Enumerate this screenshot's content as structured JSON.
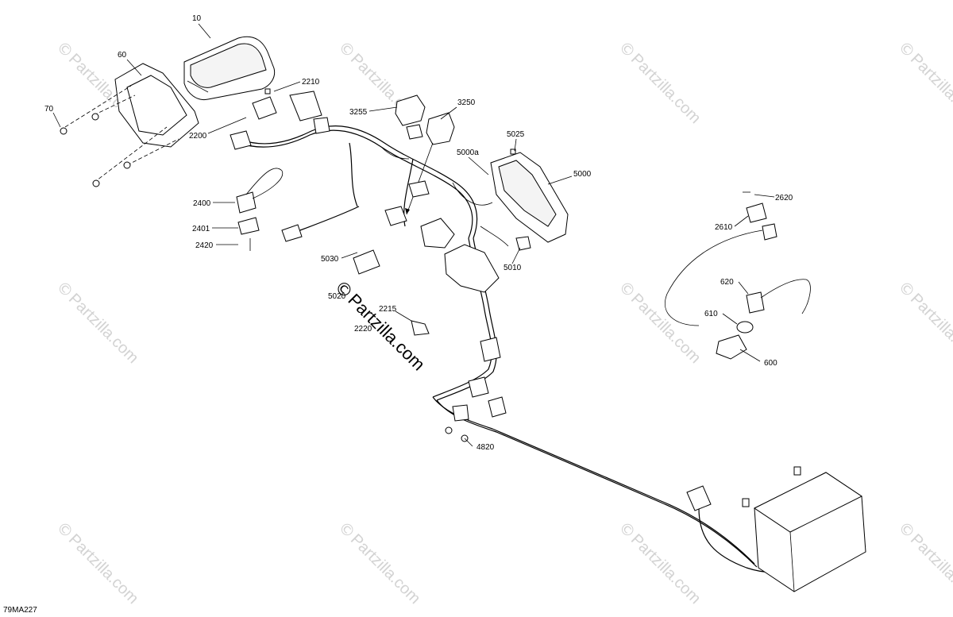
{
  "diagram_code": "79MA227",
  "watermark": {
    "copyright_symbol": "©",
    "text": "Partzilla.com"
  },
  "callouts": [
    {
      "id": "c10",
      "label": "10"
    },
    {
      "id": "c60",
      "label": "60"
    },
    {
      "id": "c70",
      "label": "70"
    },
    {
      "id": "c2200",
      "label": "2200"
    },
    {
      "id": "c2210",
      "label": "2210"
    },
    {
      "id": "c3255",
      "label": "3255"
    },
    {
      "id": "c3250",
      "label": "3250"
    },
    {
      "id": "c5025",
      "label": "5025"
    },
    {
      "id": "c5000a",
      "label": "5000a"
    },
    {
      "id": "c5000",
      "label": "5000"
    },
    {
      "id": "c2400",
      "label": "2400"
    },
    {
      "id": "c2401",
      "label": "2401"
    },
    {
      "id": "c2420",
      "label": "2420"
    },
    {
      "id": "c5030",
      "label": "5030"
    },
    {
      "id": "c5020",
      "label": "5020"
    },
    {
      "id": "c5010",
      "label": "5010"
    },
    {
      "id": "c2215",
      "label": "2215"
    },
    {
      "id": "c2220",
      "label": "2220"
    },
    {
      "id": "c4820",
      "label": "4820"
    },
    {
      "id": "c2620",
      "label": "2620"
    },
    {
      "id": "c2610",
      "label": "2610"
    },
    {
      "id": "c620",
      "label": "620"
    },
    {
      "id": "c610",
      "label": "610"
    },
    {
      "id": "c600",
      "label": "600"
    }
  ]
}
